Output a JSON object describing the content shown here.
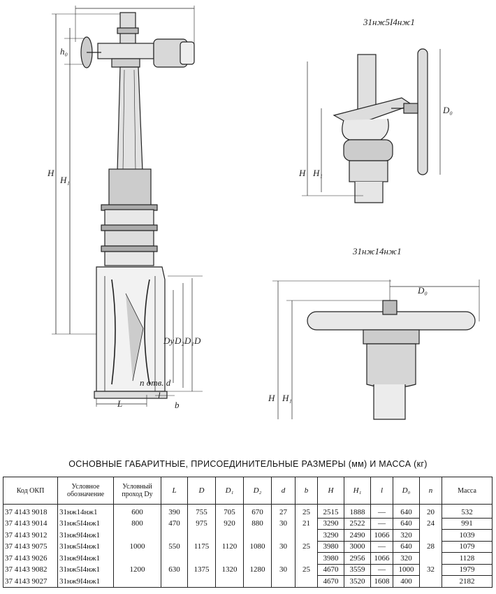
{
  "labels": {
    "variant_a": "31нж5І4нж1",
    "variant_b": "31нж14нж1",
    "dim_H": "H",
    "dim_H1": "H₁",
    "dim_h0": "h₀",
    "dim_L": "L",
    "dim_l": "l",
    "dim_D": "D",
    "dim_D1": "D₁",
    "dim_D2": "D₂",
    "dim_Dy": "Dy",
    "dim_D0": "D₀",
    "bolts": "n отв. d",
    "dim_b": "b"
  },
  "table": {
    "caption": "ОСНОВНЫЕ ГАБАРИТНЫЕ, ПРИСОЕДИНИТЕЛЬНЫЕ РАЗМЕРЫ (мм) И МАССА (кг)",
    "headers": {
      "code": "Код ОКП",
      "designation": "Условное обозначение",
      "bore": "Условный проход Dу",
      "L": "L",
      "D": "D",
      "D1": "D₁",
      "D2": "D₂",
      "d": "d",
      "b": "b",
      "H": "H",
      "H1": "H₁",
      "l": "l",
      "D0": "D₀",
      "n": "n",
      "mass": "Масса"
    },
    "rows": [
      {
        "code": "37 4143 9018",
        "designation": "31нж14нж1",
        "bore": "600",
        "L": "390",
        "D": "755",
        "D1": "705",
        "D2": "670",
        "d": "27",
        "b": "25",
        "H": "2515",
        "H1": "1888",
        "l": "—",
        "D0": "640",
        "n": "20",
        "mass": "532"
      },
      {
        "code": "37 4143 9014",
        "designation": "31нж5І4нж1",
        "bore": "800",
        "L": "470",
        "D": "975",
        "D1": "920",
        "D2": "880",
        "d": "30",
        "b": "21",
        "H": "3290",
        "H1": "2522",
        "l": "—",
        "D0": "640",
        "n": "24",
        "mass": "991"
      },
      {
        "code": "37 4143 9012",
        "designation": "31нж9І4нж1",
        "bore": "",
        "L": "",
        "D": "",
        "D1": "",
        "D2": "",
        "d": "",
        "b": "",
        "H": "3290",
        "H1": "2490",
        "l": "1066",
        "D0": "320",
        "n": "",
        "mass": "1039"
      },
      {
        "code": "37 4143 9075",
        "designation": "31нж5І4нж1",
        "bore": "1000",
        "L": "550",
        "D": "1175",
        "D1": "1120",
        "D2": "1080",
        "d": "30",
        "b": "25",
        "H": "3980",
        "H1": "3000",
        "l": "—",
        "D0": "640",
        "n": "28",
        "mass": "1079"
      },
      {
        "code": "37 4143 9026",
        "designation": "31нж9І4нж1",
        "bore": "",
        "L": "",
        "D": "",
        "D1": "",
        "D2": "",
        "d": "",
        "b": "",
        "H": "3980",
        "H1": "2956",
        "l": "1066",
        "D0": "320",
        "n": "",
        "mass": "1128"
      },
      {
        "code": "37 4143 9082",
        "designation": "31нж5І4нж1",
        "bore": "1200",
        "L": "630",
        "D": "1375",
        "D1": "1320",
        "D2": "1280",
        "d": "30",
        "b": "25",
        "H": "4670",
        "H1": "3559",
        "l": "—",
        "D0": "1000",
        "n": "32",
        "mass": "1979"
      },
      {
        "code": "37 4143 9027",
        "designation": "31нж9І4нж1",
        "bore": "",
        "L": "",
        "D": "",
        "D1": "",
        "D2": "",
        "d": "",
        "b": "",
        "H": "4670",
        "H1": "3520",
        "l": "1608",
        "D0": "400",
        "n": "",
        "mass": "2182"
      }
    ]
  }
}
